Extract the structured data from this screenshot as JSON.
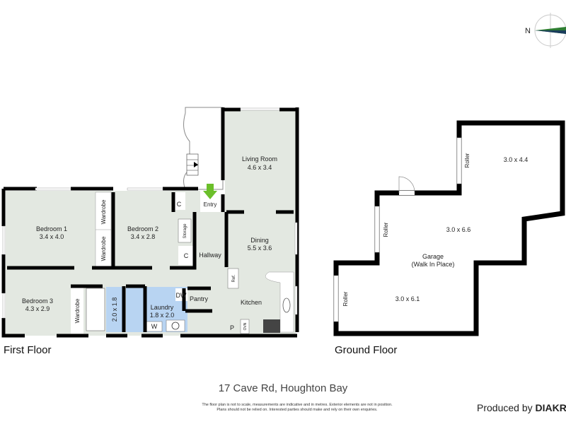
{
  "compass": {
    "north_label": "N"
  },
  "first_floor": {
    "title": "First Floor",
    "rooms": {
      "living": {
        "name": "Living Room",
        "dims": "4.6 x 3.4"
      },
      "entry": {
        "name": "Entry"
      },
      "bed1": {
        "name": "Bedroom 1",
        "dims": "3.4 x 4.0"
      },
      "bed2": {
        "name": "Bedroom 2",
        "dims": "3.4 x 2.8"
      },
      "bed3": {
        "name": "Bedroom 3",
        "dims": "4.3 x 2.9"
      },
      "dining": {
        "name": "Dining",
        "dims": "5.5 x 3.6"
      },
      "hallway": {
        "name": "Hallway"
      },
      "kitchen": {
        "name": "Kitchen"
      },
      "pantry": {
        "name": "Pantry"
      },
      "laundry": {
        "name": "Laundry",
        "dims": "1.8 x 2.0"
      },
      "bath": {
        "dims": "2.0 x 1.8"
      }
    },
    "fixtures": {
      "wardrobe": "Wardrobe",
      "closet": "C",
      "storage": "Storage",
      "ref": "Ref.",
      "dw": "DW",
      "w": "W",
      "p": "P",
      "oven": "OVN"
    }
  },
  "ground_floor": {
    "title": "Ground Floor",
    "garage": {
      "name": "Garage",
      "note": "(Walk In Place)"
    },
    "dims": [
      "3.0 x 4.4",
      "3.0 x 6.6",
      "3.0 x 6.1"
    ],
    "roller": "Roller"
  },
  "address": "17 Cave Rd, Houghton Bay",
  "disclaimer": [
    "The floor plan is not to scale, measurements are indicative and in metres. Exterior elements are not in position.",
    "Plans should not be relied on. Interested parties should make and rely on their own enquiries."
  ],
  "produced_by": {
    "prefix": "Produced by",
    "brand": "DIAKRI"
  },
  "colors": {
    "room": "#e3e8e1",
    "wet": "#b8d4f2",
    "wall": "#000000",
    "entry_arrow": "#6bbf2a"
  }
}
